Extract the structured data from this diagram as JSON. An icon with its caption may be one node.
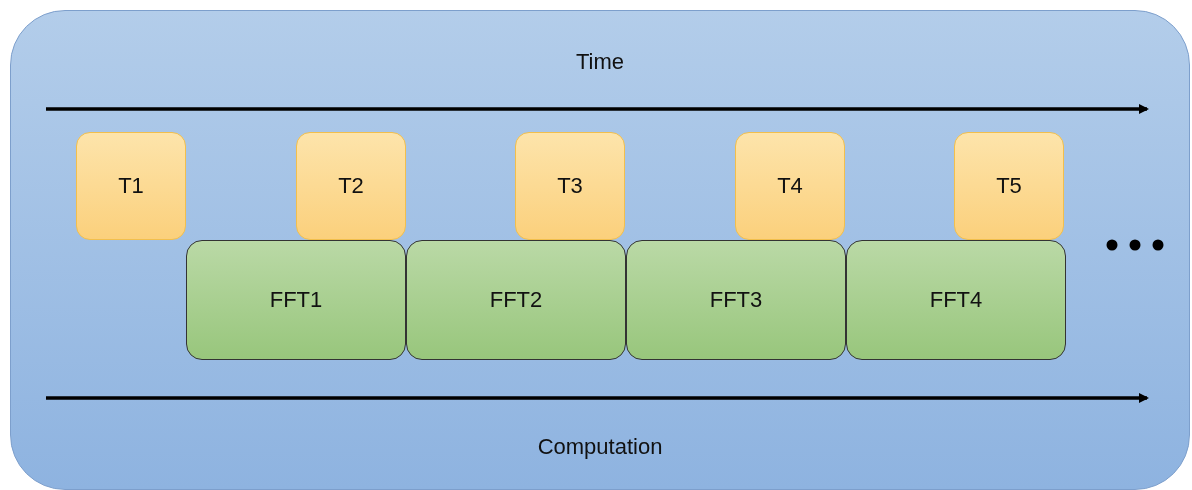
{
  "diagram": {
    "nodes": [
      {
        "text": [
          "Time",
          "Computation"
        ]
      },
      {
        "text": [
          "T1"
        ],
        "in": 0
      },
      {
        "text": [
          "T2"
        ],
        "in": 0
      },
      {
        "text": [
          "T3"
        ],
        "in": 0
      },
      {
        "text": [
          "T4"
        ],
        "in": 0
      },
      {
        "text": [
          "T5"
        ],
        "in": 0
      },
      {
        "text": [
          "FFT1"
        ],
        "in": 0
      },
      {
        "text": [
          "FFT2"
        ],
        "in": 0
      },
      {
        "text": [
          "FFT3"
        ],
        "in": 0
      },
      {
        "text": [
          "FFT4"
        ],
        "in": 0
      }
    ],
    "edges": []
  }
}
